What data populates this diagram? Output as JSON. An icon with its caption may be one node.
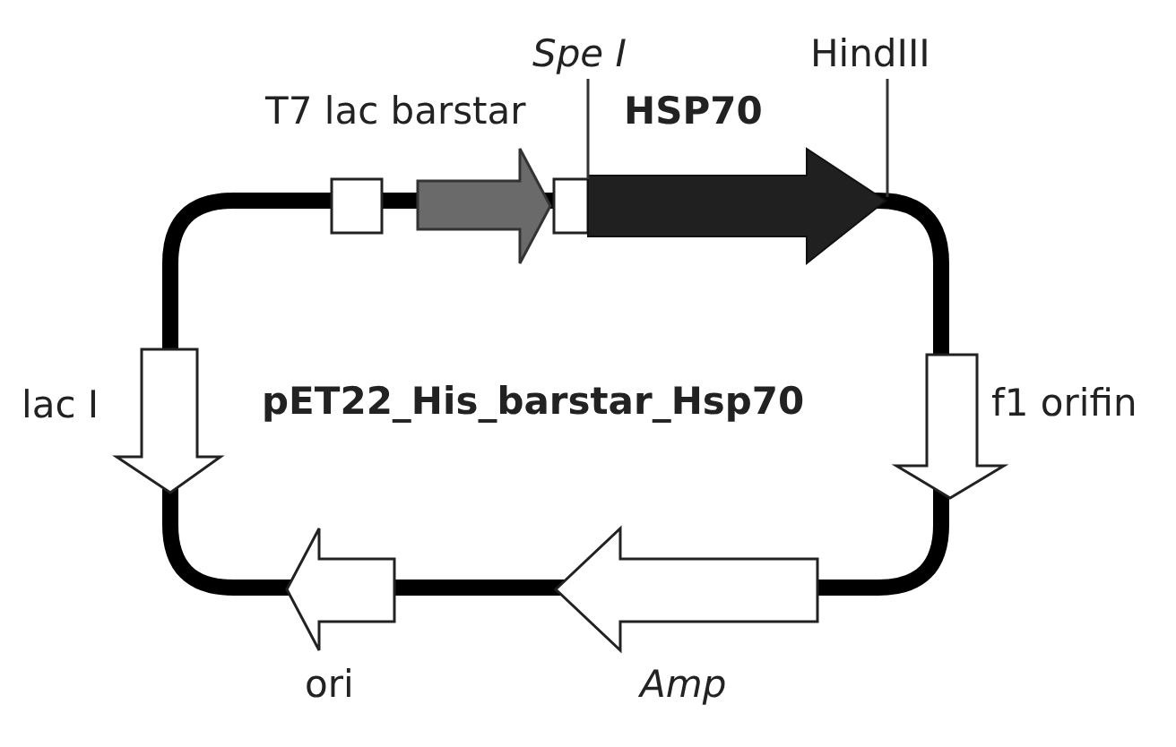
{
  "diagram": {
    "nodes": [
      {
        "text": [
          "Spe I"
        ]
      },
      {
        "text": [
          "HindIII"
        ]
      }
    ],
    "edges": [
      {
        "from": 0,
        "to": null,
        "arrow": "none"
      },
      {
        "from": 1,
        "to": null,
        "arrow": "none"
      }
    ],
    "labels": [
      "T7 lac barstar",
      "HSP70",
      "lac I",
      "pET22_His_barstar_Hsp70",
      "f1 orifin",
      "ori",
      "Amp"
    ]
  }
}
